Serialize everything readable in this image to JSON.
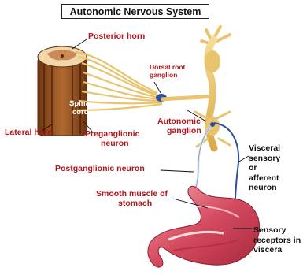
{
  "title": "Autonomic Nervous System",
  "labels": {
    "posterior_horn": "Posterior horn",
    "dorsal_root_ganglion": [
      "Dorsal root",
      "ganglion"
    ],
    "spinal_cord": [
      "Spinal",
      "cord"
    ],
    "lateral_horn": "Lateral horn",
    "preganglionic_neuron": [
      "Preganglionic",
      "neuron"
    ],
    "autonomic_ganglion": [
      "Autonomic",
      "ganglion"
    ],
    "postganglionic_neuron": "Postganglionic neuron",
    "visceral_sensory": [
      "Visceral",
      "sensory",
      "or",
      "afferent",
      "neuron"
    ],
    "smooth_muscle": [
      "Smooth muscle  of",
      "stomach"
    ],
    "sensory_receptors": [
      "Sensory",
      "receptors in",
      "viscera"
    ]
  },
  "colors": {
    "label_red": "#b3141c",
    "label_black": "#111111",
    "nerve": "#e9c36a",
    "spinal_cord": "#8a4a1c",
    "stomach": "#d9556a",
    "sensory_neuron": "#2c4f9e"
  }
}
